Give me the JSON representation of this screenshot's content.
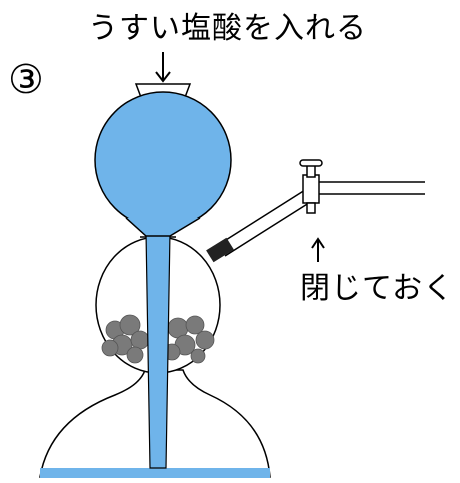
{
  "step_number": "③",
  "labels": {
    "top": "うすい塩酸を入れる",
    "right": "閉じておく"
  },
  "colors": {
    "liquid": "#6fb4ea",
    "liquid_light": "#bfe0f7",
    "solid": "#7a7a7a",
    "outline": "#000000"
  },
  "icons": {
    "down_arrow": "down-arrow",
    "up_arrow": "up-arrow"
  }
}
